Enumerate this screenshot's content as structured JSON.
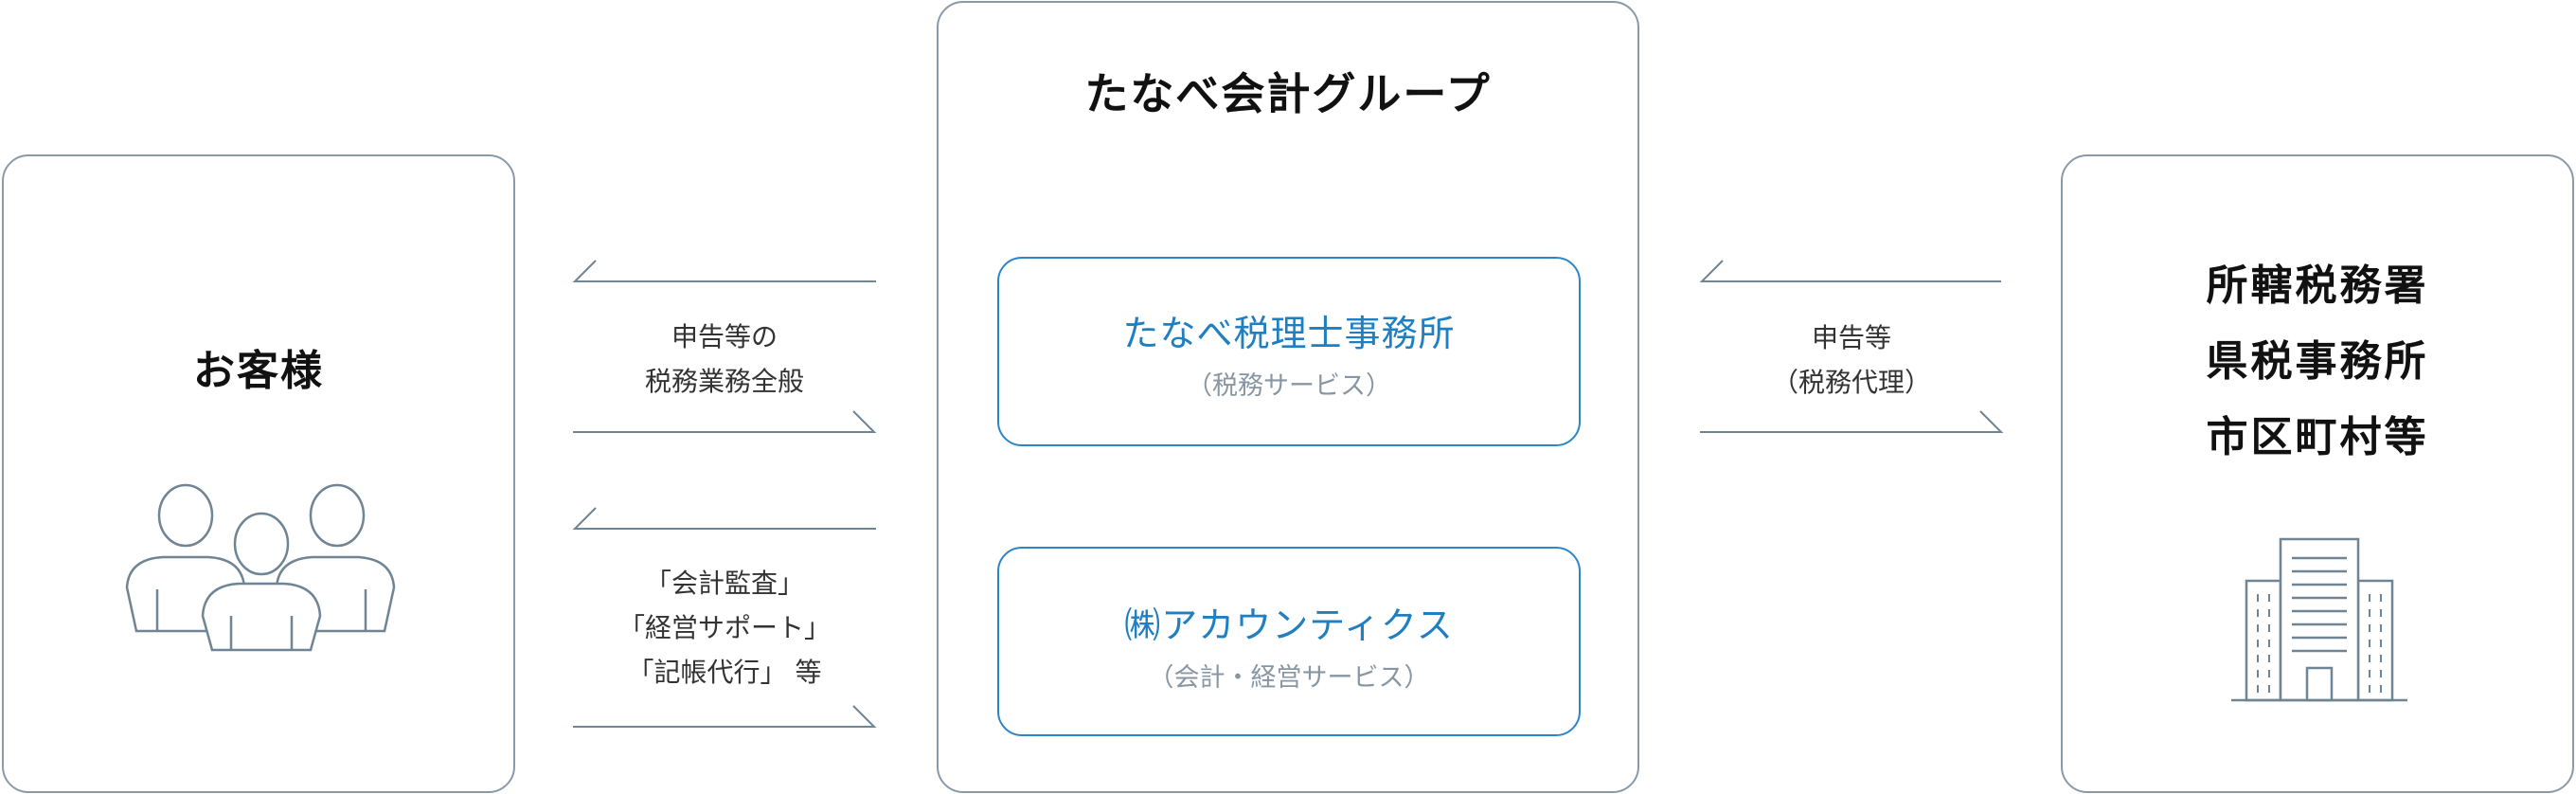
{
  "customer": {
    "title": "お客様",
    "icon": "people-group-icon"
  },
  "group": {
    "title": "たなべ会計グループ",
    "firms": [
      {
        "name": "たなべ税理士事務所",
        "service": "（税務サービス）"
      },
      {
        "name": "㈱アカウンティクス",
        "service": "（会計・経営サービス）"
      }
    ]
  },
  "flows": {
    "tax": [
      "申告等の",
      "税務業務全般"
    ],
    "accounting": [
      "「会計監査」",
      "「経営サポート」",
      "「記帳代行」 等"
    ],
    "filing": [
      "申告等",
      "（税務代理）"
    ]
  },
  "authorities": {
    "lines": [
      "所轄税務署",
      "県税事務所",
      "市区町村等"
    ],
    "icon": "office-building-icon"
  },
  "colors": {
    "accent": "#1f7fc1",
    "border": "#8a9aa8",
    "line": "#6f8494"
  }
}
